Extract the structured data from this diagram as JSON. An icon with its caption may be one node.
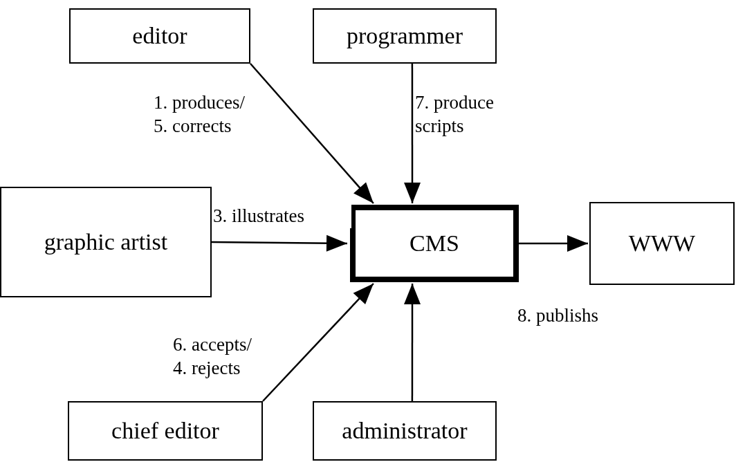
{
  "diagram": {
    "nodes": [
      {
        "text": [
          "editor"
        ]
      },
      {
        "text": [
          "programmer"
        ]
      },
      {
        "text": [
          "graphic artist"
        ]
      },
      {
        "text": [
          "CMS"
        ]
      },
      {
        "text": [
          "WWW"
        ]
      },
      {
        "text": [
          "chief editor"
        ]
      },
      {
        "text": [
          "administrator"
        ]
      }
    ],
    "edges": [
      {
        "from": 0,
        "to": 3,
        "arrow": "to",
        "label": "1. produces/ 5. corrects"
      },
      {
        "from": 1,
        "to": 3,
        "arrow": "to",
        "label": "7. produce scripts"
      },
      {
        "from": 2,
        "to": 3,
        "arrow": "to",
        "label": "3. illustrates"
      },
      {
        "from": 3,
        "to": 4,
        "arrow": "to",
        "label": "8. publishs"
      },
      {
        "from": 5,
        "to": 3,
        "arrow": "to",
        "label": "6. accepts/ 4. rejects"
      },
      {
        "from": 6,
        "to": 3,
        "arrow": "to"
      }
    ]
  }
}
